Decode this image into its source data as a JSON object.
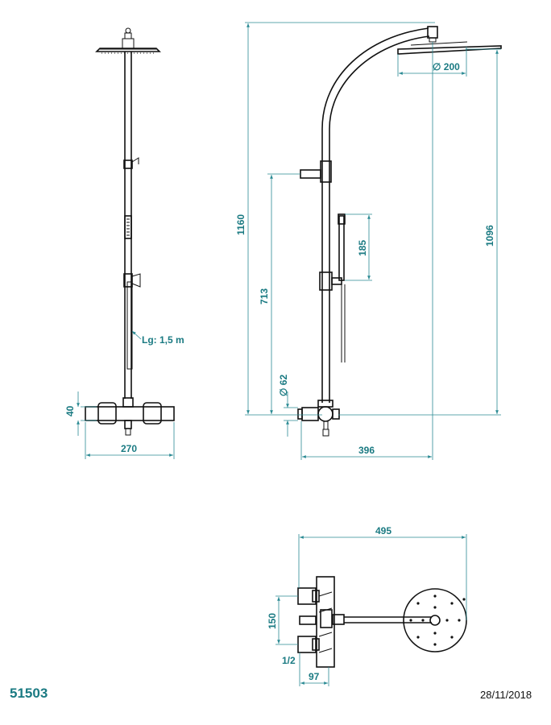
{
  "product_code": "51503",
  "date": "28/11/2018",
  "front_view": {
    "hose_length_label": "Lg: 1,5 m",
    "dim_height": "40",
    "dim_width": "270"
  },
  "side_view": {
    "dim_total_height": "1160",
    "dim_head_height": "1096",
    "dim_holder_height": "713",
    "dim_handshower_length": "185",
    "dim_head_diameter": "∅ 200",
    "dim_inlet_diameter": "∅ 62",
    "dim_projection": "396"
  },
  "top_view": {
    "dim_total_length": "495",
    "dim_inlet_distance": "150",
    "dim_thread": "1/2",
    "dim_depth": "97"
  },
  "colors": {
    "dimension": "#1a7a82",
    "drawing": "#111111"
  }
}
